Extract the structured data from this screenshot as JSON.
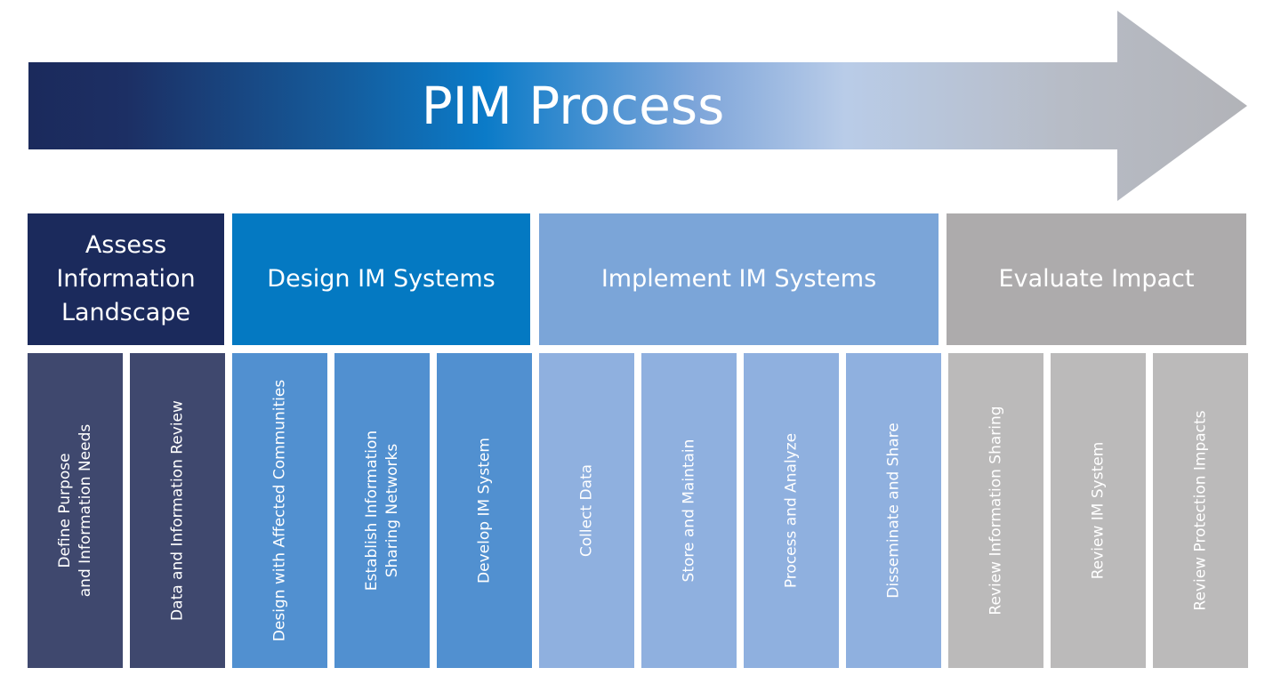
{
  "title": "PIM Process",
  "colors": {
    "arrow_gradient": [
      "#1b2a5c",
      "#1c3a78",
      "#0b7bc8",
      "#7fa6da",
      "#b9cce8",
      "#b7bcc6",
      "#b2b3b8"
    ],
    "phase_1": "#1b2a5c",
    "phase_2": "#0479c2",
    "phase_3": "#7ba5d8",
    "phase_4": "#adabac",
    "steps_1": "#3f486e",
    "steps_2": "#5190d0",
    "steps_3": "#8fb0df",
    "steps_4": "#bbbaba"
  },
  "phases": [
    {
      "label": "Assess\nInformation\nLandscape"
    },
    {
      "label": "Design IM Systems"
    },
    {
      "label": "Implement IM Systems"
    },
    {
      "label": "Evaluate Impact"
    }
  ],
  "steps": [
    {
      "label": "Define Purpose\nand Information Needs"
    },
    {
      "label": "Data and Information Review"
    },
    {
      "label": "Design with Affected Communities"
    },
    {
      "label": "Establish Information\nSharing Networks"
    },
    {
      "label": "Develop IM System"
    },
    {
      "label": "Collect Data"
    },
    {
      "label": "Store and Maintain"
    },
    {
      "label": "Process and Analyze"
    },
    {
      "label": "Disseminate and Share"
    },
    {
      "label": "Review Information Sharing"
    },
    {
      "label": "Review IM System"
    },
    {
      "label": "Review Protection Impacts"
    }
  ]
}
